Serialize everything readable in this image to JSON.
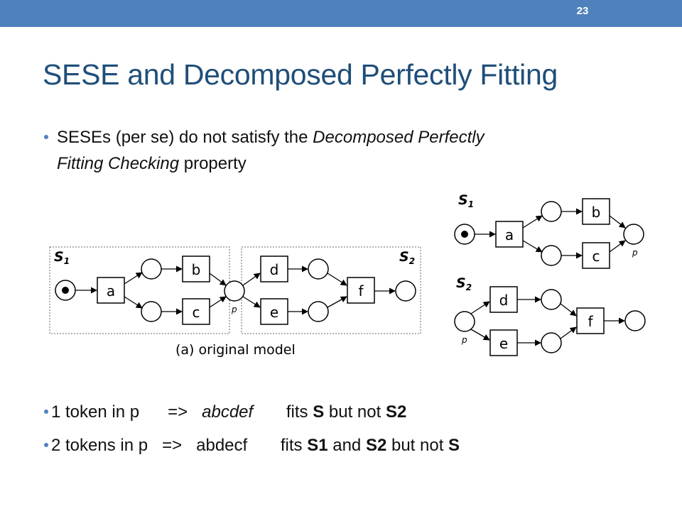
{
  "slide": {
    "page_number": "23",
    "title": "SESE and Decomposed Perfectly Fitting",
    "bullet1": {
      "prefix": "SESEs (per se) do not satisfy the ",
      "emphasis1": "Decomposed  Perfectly",
      "emphasis2": "Fitting Checking",
      "suffix": " property"
    },
    "bullet2": {
      "a": "1 token in p      =>   ",
      "b": "abcdef",
      "c": "       fits ",
      "d": "S",
      "e": " but not ",
      "f": "S2"
    },
    "bullet3": {
      "a": "2 tokens in p   =>   abdecf       fits ",
      "b": "S1",
      "c": " and ",
      "d": "S2",
      "e": " but not ",
      "f": "S"
    }
  },
  "left_diagram": {
    "s1_label": "S",
    "s1_sub": "1",
    "s2_label": "S",
    "s2_sub": "2",
    "transitions": [
      "a",
      "b",
      "c",
      "d",
      "e",
      "f"
    ],
    "place_label": "p",
    "caption": "(a) original model"
  },
  "right_diagram": {
    "s1_label": "S",
    "s1_sub": "1",
    "s2_label": "S",
    "s2_sub": "2",
    "transitions_s1": [
      "a",
      "b",
      "c"
    ],
    "transitions_s2": [
      "d",
      "e",
      "f"
    ],
    "place_label_s1": "p",
    "place_label_s2": "p"
  },
  "colors": {
    "topbar": "#4f81bd",
    "title": "#1f4e79",
    "bullet": "#4f81bd"
  }
}
